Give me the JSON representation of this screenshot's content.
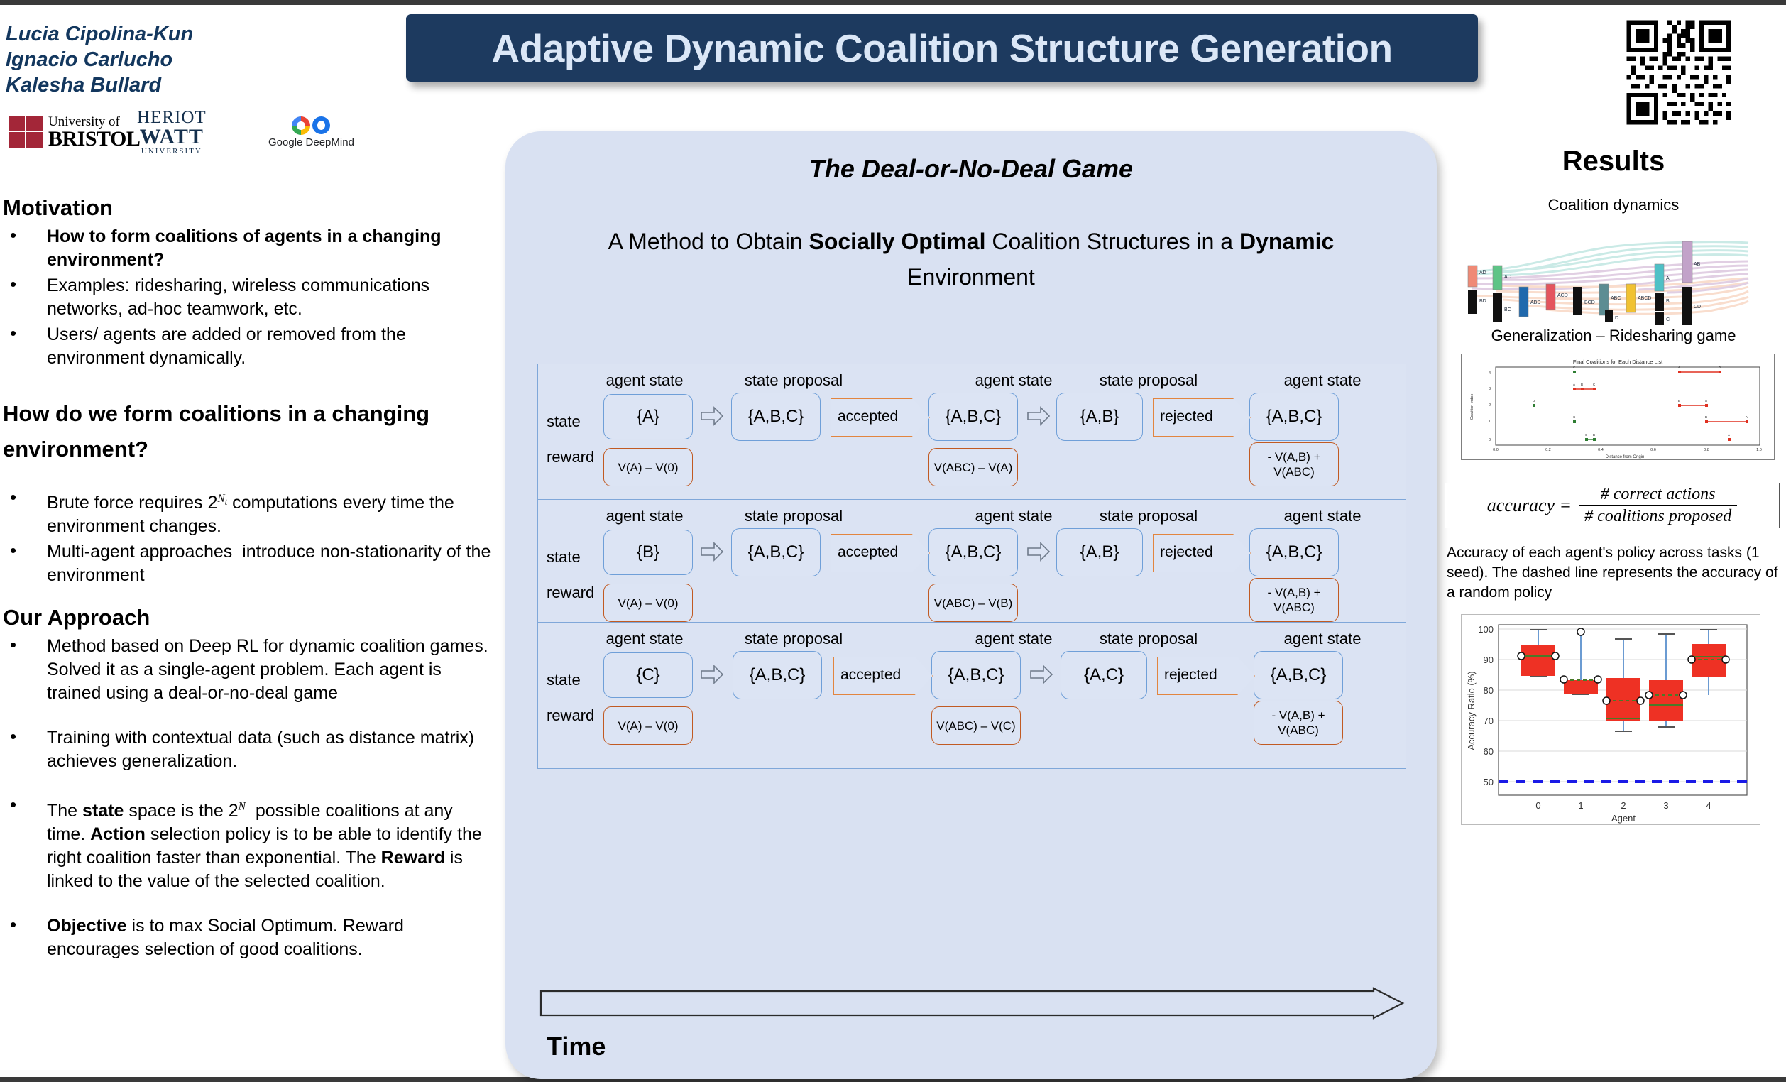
{
  "authors": [
    "Lucia Cipolina-Kun",
    "Ignacio Carlucho",
    "Kalesha Bullard"
  ],
  "logos": {
    "bristol_line1": "University of",
    "bristol_line2": "BRISTOL",
    "heriot_line1": "HERIOT",
    "heriot_line2": "WATT",
    "heriot_line3": "UNIVERSITY",
    "deepmind_label": "Google DeepMind"
  },
  "title": "Adaptive Dynamic Coalition Structure Generation",
  "qr_name": "qr-code",
  "left": {
    "motivation_heading": "Motivation",
    "motivation_bullets": [
      {
        "text": "How to form coalitions of agents in a changing environment?",
        "bold": true
      },
      {
        "text": "Examples: ridesharing, wireless communications networks, ad-hoc teamwork, etc.",
        "bold": false
      },
      {
        "text": "Users/ agents are added or removed from the environment dynamically.",
        "bold": false
      }
    ],
    "question_heading": "How do we form coalitions in a changing environment?",
    "question_bullets": [
      {
        "pre": "Brute force requires 2",
        "sup": "Nt",
        "post": " computations every time the environment changes."
      },
      {
        "pre": "Multi-agent approaches  introduce non-stationarity of the environment",
        "sup": "",
        "post": ""
      }
    ],
    "approach_heading": "Our Approach",
    "approach_bullets": [
      " Method based on Deep RL for dynamic coalition games.  Solved it as a single-agent problem. Each agent is trained using a deal-or-no-deal game",
      "Training with contextual data (such as distance matrix) achieves generalization.",
      "The state space is the 2N  possible coalitions at any time. Action selection policy is to be able to identify the right coalition faster than exponential. The Reward is linked to the value of the selected coalition.",
      "Objective is to max Social Optimum. Reward encourages selection of good coalitions."
    ]
  },
  "center": {
    "deal_title": "The Deal-or-No-Deal Game",
    "method_line_parts": [
      "A Method to Obtain ",
      "Socially Optimal",
      " Coalition Structures in a ",
      "Dynamic",
      " Environment"
    ],
    "col_headers": [
      "agent state",
      "state proposal",
      "agent state",
      "state proposal",
      "agent state"
    ],
    "row_labels": {
      "state": "state",
      "reward": "reward"
    },
    "flows": [
      {
        "states": [
          "{A}",
          "{A,B,C}",
          "{A,B,C}",
          "{A,B}",
          "{A,B,C}"
        ],
        "decisions": [
          "accepted",
          "rejected"
        ],
        "rewards": [
          "V(A) – V(0)",
          "V(ABC) – V(A)",
          "- V(A,B) + V(ABC)"
        ]
      },
      {
        "states": [
          "{B}",
          "{A,B,C}",
          "{A,B,C}",
          "{A,B}",
          "{A,B,C}"
        ],
        "decisions": [
          "accepted",
          "rejected"
        ],
        "rewards": [
          "V(A) – V(0)",
          "V(ABC) – V(B)",
          "- V(A,B) + V(ABC)"
        ]
      },
      {
        "states": [
          "{C}",
          "{A,B,C}",
          "{A,B,C}",
          "{A,C}",
          "{A,B,C}"
        ],
        "decisions": [
          "accepted",
          "rejected"
        ],
        "rewards": [
          "V(A) – V(0)",
          "V(ABC) – V(C)",
          "- V(A,B) + V(ABC)"
        ]
      }
    ],
    "time_label": "Time"
  },
  "right": {
    "results_heading": "Results",
    "coalition_caption": "Coalition dynamics",
    "generalization_caption": "Generalization – Ridesharing game",
    "formula": {
      "lhs": "accuracy =",
      "numerator": "# correct actions",
      "denominator": "# coalitions proposed"
    },
    "accuracy_description": "Accuracy of each agent's policy across tasks (1 seed). The dashed line represents the accuracy of a random policy"
  },
  "colors": {
    "banner": "#1d3a5f",
    "banner_text": "#dbe7f7",
    "card": "#d9e1f2",
    "node_border": "#6f9fd8",
    "reward_border": "#c15a22",
    "chevron_border": "#e2853f",
    "author_text": "#13375e",
    "box_fill": "#ee3124",
    "random_line": "#1a1ae6"
  },
  "chart_data": [
    {
      "type": "sankey",
      "title": "Coalition dynamics",
      "nodes": [
        "AD",
        "AC",
        "BD",
        "BC",
        "ABD",
        "ACD",
        "BCD",
        "ABC",
        "ABCD",
        "A",
        "B",
        "C",
        "D",
        "AB",
        "CD"
      ],
      "node_colors": [
        "#ef8a76",
        "#5ec486",
        "#000000",
        "#000000",
        "#2069ad",
        "#e4555e",
        "#000000",
        "#5d8d93",
        "#f1c232",
        "#4fc0c6",
        "#000000",
        "#000000",
        "#000000",
        "#c2a2c9",
        "#000000"
      ]
    },
    {
      "type": "scatter",
      "title": "Final Coalitions for Each Distance List",
      "xlabel": "Distance from Origin",
      "ylabel": "Coalition Index",
      "xlim": [
        0.0,
        1.0
      ],
      "xticks": [
        0.0,
        0.2,
        0.4,
        0.6,
        0.8,
        1.0
      ],
      "ylim": [
        -0.5,
        4.5
      ],
      "yticks": [
        0,
        1,
        2,
        3,
        4
      ],
      "series": [
        {
          "name": "green-group",
          "color": "#2e7d32",
          "points": [
            {
              "x": 0.3,
              "y": 4,
              "label": "C"
            },
            {
              "x": 0.14,
              "y": 2,
              "label": "D"
            },
            {
              "x": 0.3,
              "y": 1,
              "label": "C"
            },
            {
              "x": 0.345,
              "y": 0,
              "label": "C"
            },
            {
              "x": 0.375,
              "y": 0,
              "label": "B"
            }
          ]
        },
        {
          "name": "red-group",
          "color": "#e03020",
          "points": [
            {
              "x": 0.7,
              "y": 4,
              "label": "A"
            },
            {
              "x": 0.855,
              "y": 4,
              "label": "B"
            },
            {
              "x": 0.3,
              "y": 3,
              "label": "A"
            },
            {
              "x": 0.325,
              "y": 3,
              "label": "B"
            },
            {
              "x": 0.375,
              "y": 3,
              "label": "C"
            },
            {
              "x": 0.7,
              "y": 2,
              "label": "B"
            },
            {
              "x": 0.8,
              "y": 2,
              "label": "A"
            },
            {
              "x": 0.8,
              "y": 1,
              "label": "B"
            },
            {
              "x": 0.955,
              "y": 1,
              "label": "A"
            },
            {
              "x": 0.885,
              "y": 0,
              "label": "A"
            }
          ]
        }
      ]
    },
    {
      "type": "boxplot",
      "title": "",
      "xlabel": "Agent",
      "ylabel": "Accuracy Ratio (%)",
      "categories": [
        "0",
        "1",
        "2",
        "3",
        "4"
      ],
      "ylim": [
        45,
        102
      ],
      "yticks": [
        50,
        60,
        70,
        80,
        90,
        100
      ],
      "boxes": [
        {
          "agent": "0",
          "whislo": 84.5,
          "q1": 85.0,
          "median": 91.2,
          "q3": 94.6,
          "whishi": 99.6,
          "mean": 91.2
        },
        {
          "agent": "1",
          "whislo": 78.8,
          "q1": 83.2,
          "median": 86.6,
          "q3": 87.6,
          "whishi": 99.2,
          "mean": 86.8
        },
        {
          "agent": "2",
          "whislo": 68.3,
          "q1": 71.2,
          "median": 72.6,
          "q3": 82.6,
          "whishi": 95.4,
          "mean": 78.0
        },
        {
          "agent": "3",
          "whislo": 69.6,
          "q1": 71.8,
          "median": 77.2,
          "q3": 82.0,
          "whishi": 97.0,
          "mean": 79.7
        },
        {
          "agent": "4",
          "whislo": 78.3,
          "q1": 85.6,
          "median": 91.0,
          "q3": 95.2,
          "whishi": 99.3,
          "mean": 89.9
        }
      ],
      "random_policy_line": 50,
      "random_policy_style": "dashed"
    }
  ]
}
